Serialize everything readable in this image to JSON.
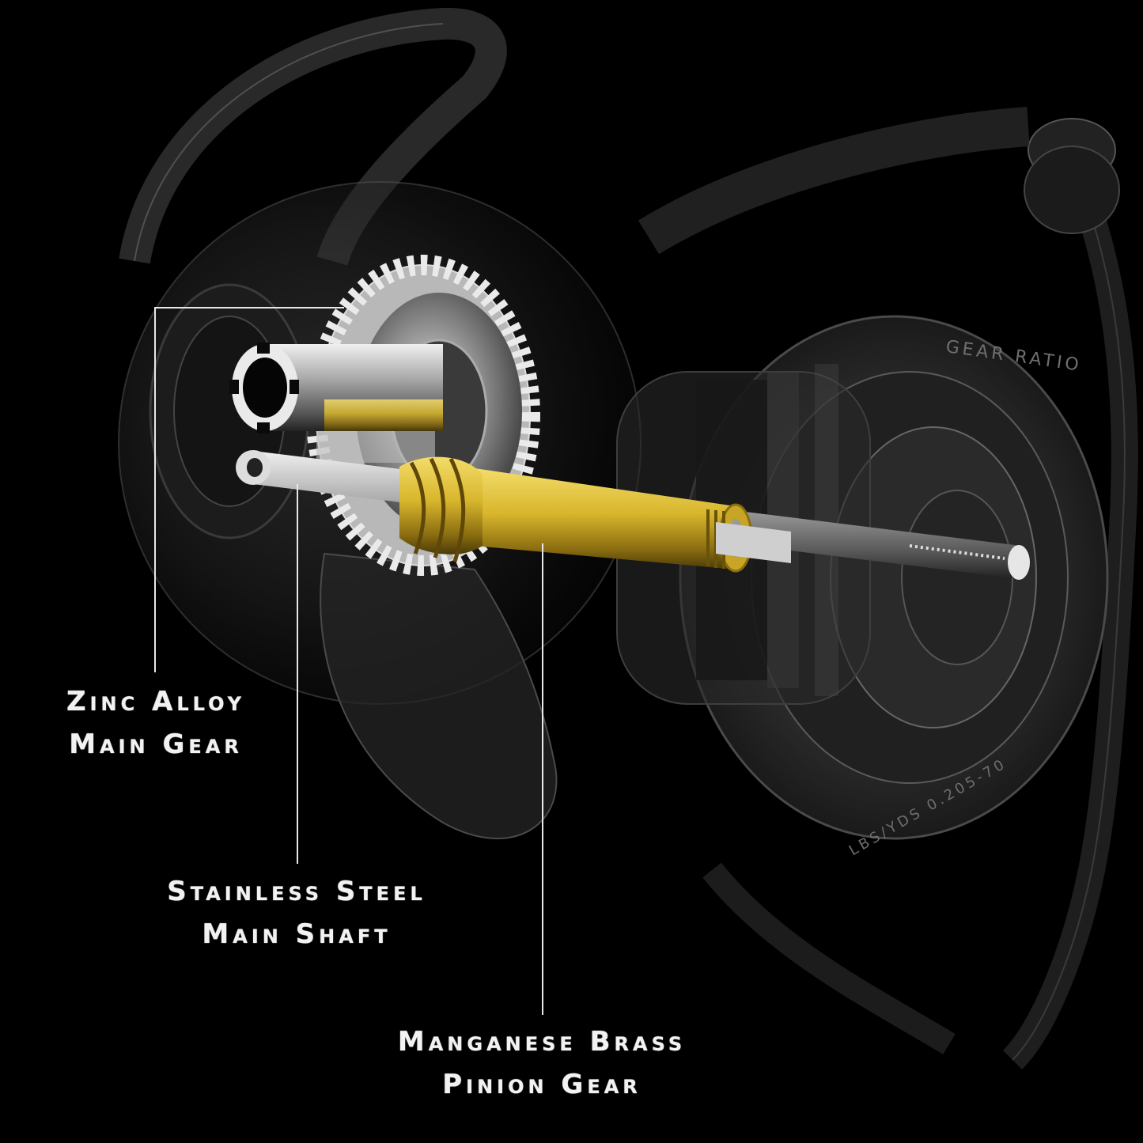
{
  "image": {
    "subject": "spinning fishing reel exploded transparent render",
    "background_color": "#000000",
    "accent_colors": {
      "brass": "#d8b62c",
      "steel": "#c9c9c9",
      "housing": "#3a3a3a",
      "label_text": "#f2f2f2"
    }
  },
  "callouts": [
    {
      "id": "zinc-alloy-main-gear",
      "line1": "Zinc Alloy",
      "line2": "Main Gear"
    },
    {
      "id": "stainless-steel-main-shaft",
      "line1": "Stainless Steel",
      "line2": "Main Shaft"
    },
    {
      "id": "manganese-brass-pinion-gear",
      "line1": "Manganese Brass",
      "line2": "Pinion Gear"
    }
  ],
  "spool_engravings": {
    "top": "GEAR RATIO",
    "bottom": "LBS/YDS  0.205-70"
  }
}
